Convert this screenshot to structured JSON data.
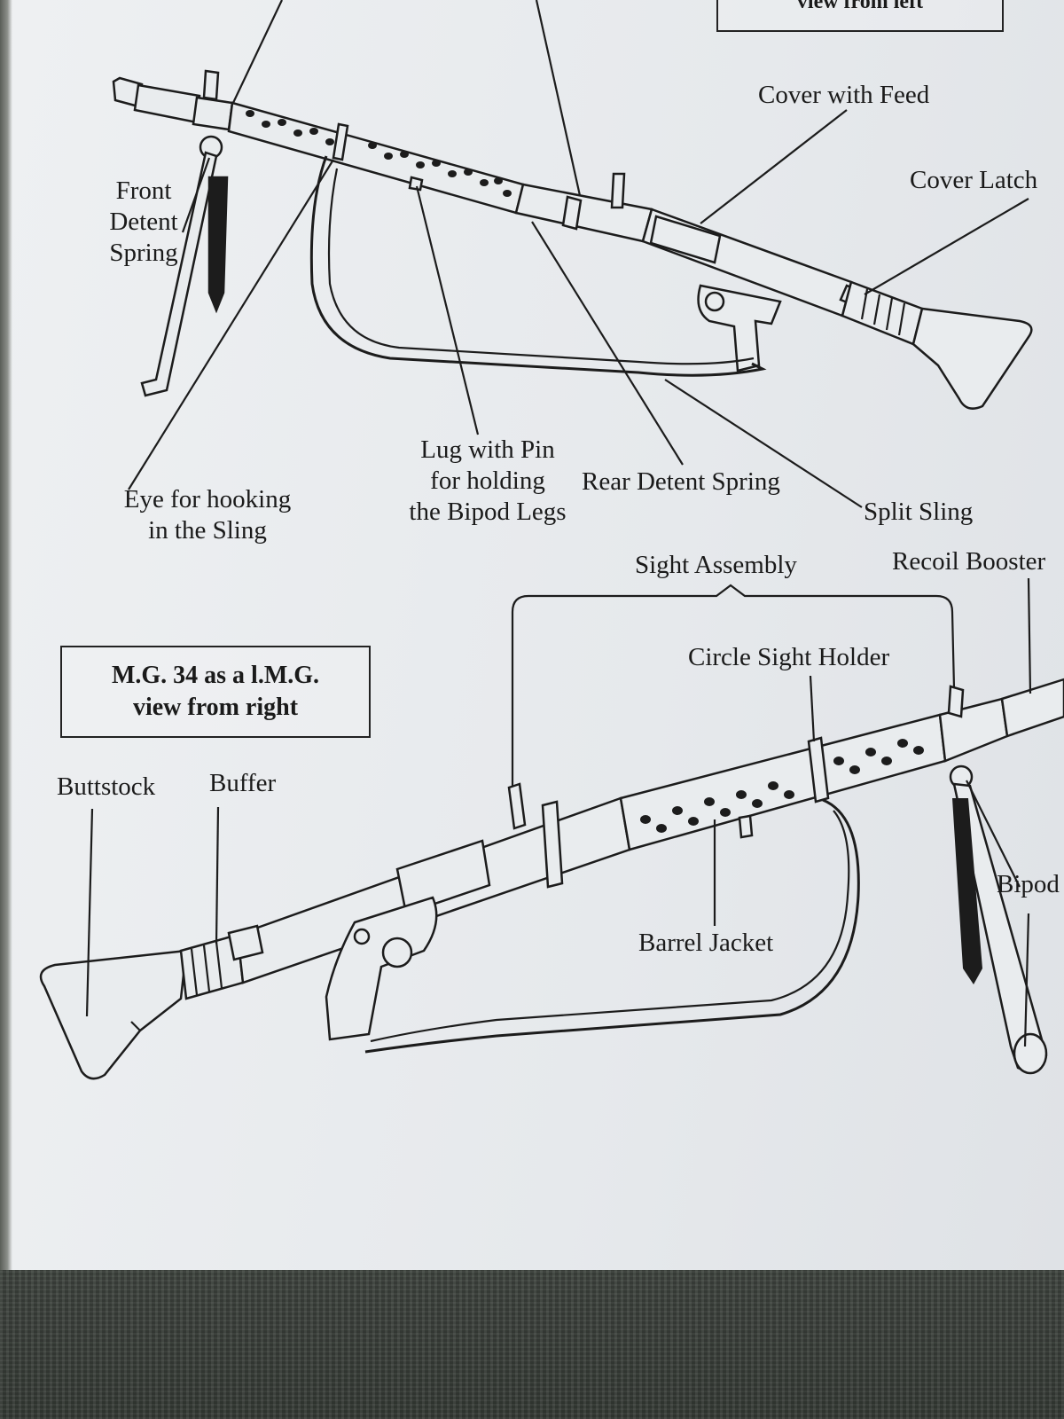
{
  "boxes": {
    "top_fragment": "view from left",
    "bottom_title_line1": "M.G. 34 as a l.M.G.",
    "bottom_title_line2": "view from right"
  },
  "top_labels": {
    "cover_with_feed": "Cover with Feed",
    "cover_latch": "Cover Latch",
    "front_detent_1": "Front",
    "front_detent_2": "Detent",
    "front_detent_3": "Spring",
    "eye_1": "Eye for hooking",
    "eye_2": "in the Sling",
    "lug_1": "Lug with Pin",
    "lug_2": "for holding",
    "lug_3": "the Bipod Legs",
    "rear_detent": "Rear Detent Spring",
    "split_sling": "Split Sling"
  },
  "bottom_labels": {
    "sight_assembly": "Sight Assembly",
    "recoil_booster": "Recoil Booster",
    "circle_sight_holder": "Circle Sight Holder",
    "buttstock": "Buttstock",
    "buffer": "Buffer",
    "barrel_jacket": "Barrel Jacket",
    "bipod": "Bipod"
  }
}
